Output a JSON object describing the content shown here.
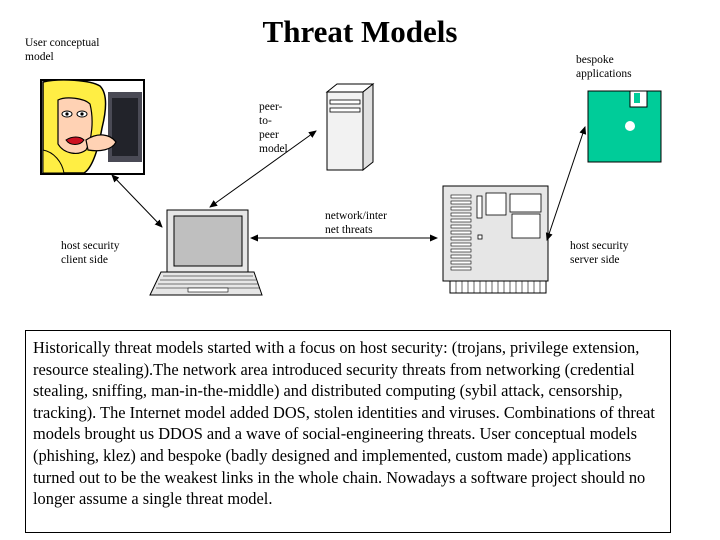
{
  "title": "Threat Models",
  "labels": {
    "user_conceptual": "User conceptual model",
    "bespoke": "bespoke applications",
    "peer": "peer-\nto-\npeer\nmodel",
    "network": "network/inter\nnet threats",
    "host_client": "host security\nclient side",
    "host_server": "host security\nserver side"
  },
  "description": "Historically threat models started with a focus on host security: (trojans, privilege extension, resource stealing).The network area introduced security threats from networking (credential stealing, sniffing, man-in-the-middle) and distributed computing (sybil attack, censorship, tracking). The Internet model added DOS, stolen identities and viruses. Combinations of threat models brought us DDOS and a wave of social-engineering threats. User conceptual models (phishing, klez) and bespoke (badly designed and implemented, custom made) applications turned out to be the weakest links in the whole chain. Nowadays a software project should no longer assume a single threat model.",
  "colors": {
    "floppy": "#00cc99",
    "hair": "#ffee44",
    "skin": "#ffd2b4"
  }
}
